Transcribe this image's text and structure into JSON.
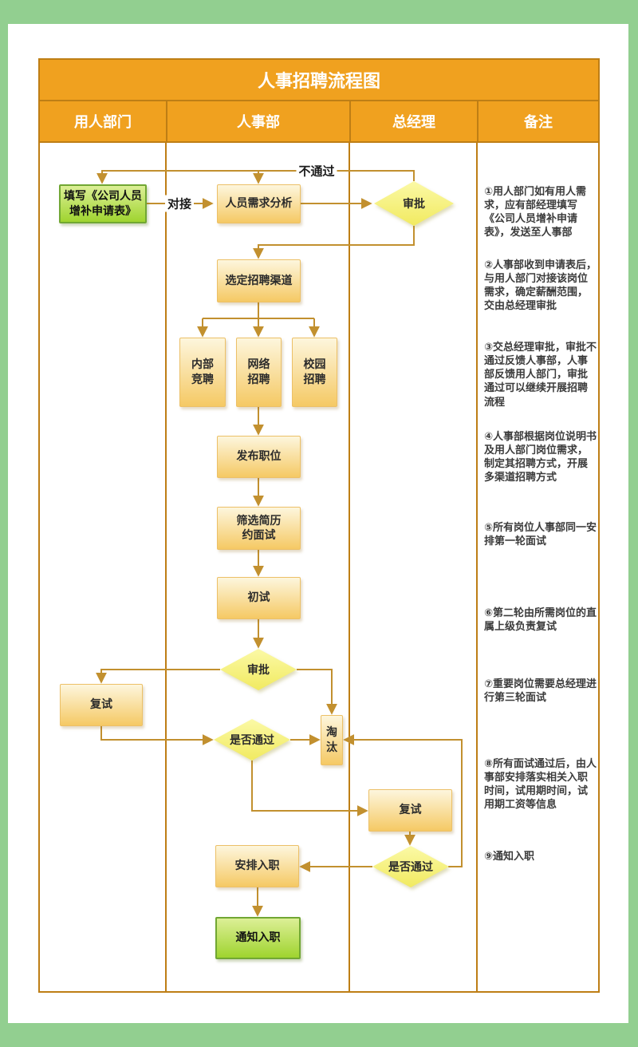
{
  "title": "人事招聘流程图",
  "lanes": [
    {
      "label": "用人部门"
    },
    {
      "label": "人事部"
    },
    {
      "label": "总经理"
    },
    {
      "label": "备注"
    }
  ],
  "nodes": {
    "fill_form": "填写《公司人员\n增补申请表》",
    "demand_analysis": "人员需求分析",
    "approval1": "审批",
    "select_channel": "选定招聘渠道",
    "internal_recruit": "内部\n竞聘",
    "network_recruit": "网络\n招聘",
    "campus_recruit": "校园\n招聘",
    "publish_job": "发布职位",
    "screen_resume": "筛选简历\n约面试",
    "first_interview": "初试",
    "approval2": "审批",
    "retest1": "复试",
    "pass1": "是否通过",
    "eliminate": "淘\n汰",
    "retest2": "复试",
    "pass2": "是否通过",
    "arrange_entry": "安排入职",
    "notify_entry": "通知入职"
  },
  "edge_labels": {
    "duijie": "对接",
    "butongguo": "不通过"
  },
  "notes": [
    "①用人部门如有用人需求，应有部经理填写《公司人员增补申请表》，发送至人事部",
    "②人事部收到申请表后，与用人部门对接该岗位需求，确定薪酬范围，交由总经理审批",
    "③交总经理审批，审批不通过反馈人事部，人事部反馈用人部门，审批通过可以继续开展招聘流程",
    "④人事部根据岗位说明书及用人部门岗位需求，制定其招聘方式，开展多渠道招聘方式",
    "⑤所有岗位人事部同一安排第一轮面试",
    "⑥第二轮由所需岗位的直属上级负责复试",
    "⑦重要岗位需要总经理进行第三轮面试",
    "⑧所有面试通过后，由人事部安排落实相关入职时间，试用期时间，试用期工资等信息",
    "⑨通知入职"
  ],
  "colors": {
    "page_background_green": "#92cf90",
    "header_orange": "#f0a11f",
    "table_border": "#be7e15",
    "process_box_top": "#fdf6dd",
    "process_box_bottom": "#f5c964",
    "green_box_top": "#dcef96",
    "green_box_bottom": "#9fd42f",
    "diamond_top": "#fbf9a6",
    "diamond_bottom": "#f1ea60",
    "connector_line": "#c2902f",
    "note_text": "#3b3b3b"
  }
}
